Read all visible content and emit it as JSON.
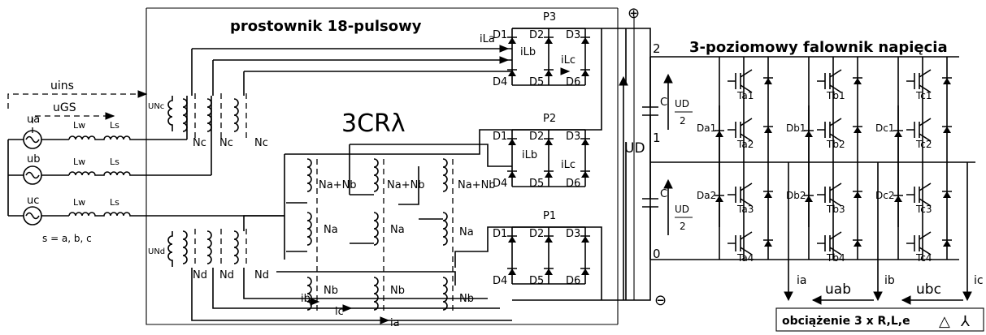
{
  "titles": {
    "rectifier": "prostownik 18-pulsowy",
    "inverter": "3-poziomowy falownik napięcia",
    "transformer": "3CRλ",
    "load": "obciążenie 3 x R,L,e"
  },
  "supply": {
    "u_ins": "uins",
    "u_gs": "uGS",
    "sources": [
      "ua",
      "ub",
      "uc"
    ],
    "lw": "Lw",
    "ls": "Ls",
    "note": "s = a, b, c"
  },
  "windings": {
    "u_nc": "UNc",
    "u_nd": "UNd",
    "nc": "Nc",
    "nd": "Nd",
    "na": "Na",
    "nb": "Nb",
    "nab": "Na+Nb"
  },
  "bridges": [
    {
      "p": "P3",
      "top": [
        "D1",
        "D2",
        "D3"
      ],
      "bottom": [
        "D4",
        "D5",
        "D6"
      ]
    },
    {
      "p": "P2",
      "top": [
        "D1",
        "D2",
        "D3"
      ],
      "bottom": [
        "D4",
        "D5",
        "D6"
      ]
    },
    {
      "p": "P1",
      "top": [
        "D1",
        "D2",
        "D3"
      ],
      "bottom": [
        "D4",
        "D5",
        "D6"
      ]
    }
  ],
  "currents": {
    "ila": "iLa",
    "ilb": "iLb",
    "ilc": "iLc",
    "ilb2": "iLb",
    "ilc2": "iLc",
    "ia": "ia",
    "ib": "ib",
    "ic": "ic"
  },
  "dc": {
    "plus": "⊕",
    "minus": "⊖",
    "ud": "UD",
    "c": "C",
    "half_num": "UD",
    "half_den": "2",
    "nodes": [
      "2",
      "1",
      "0"
    ]
  },
  "inverter": {
    "leg_a": {
      "t": [
        "Ta1",
        "Ta2",
        "Ta3",
        "Ta4"
      ],
      "d": [
        "Da1",
        "Da2"
      ]
    },
    "leg_b": {
      "t": [
        "Tb1",
        "Tb2",
        "Tb3",
        "Tb4"
      ],
      "d": [
        "Db1",
        "Db2"
      ]
    },
    "leg_c": {
      "t": [
        "Tc1",
        "Tc2",
        "Tc3",
        "Tc4"
      ],
      "d": [
        "Dc1",
        "Dc2"
      ]
    }
  },
  "outputs": {
    "ia": "ia",
    "ib": "ib",
    "ic": "ic",
    "uab": "uab",
    "ubc": "ubc",
    "load_delta": "△",
    "load_star": "⅄"
  }
}
